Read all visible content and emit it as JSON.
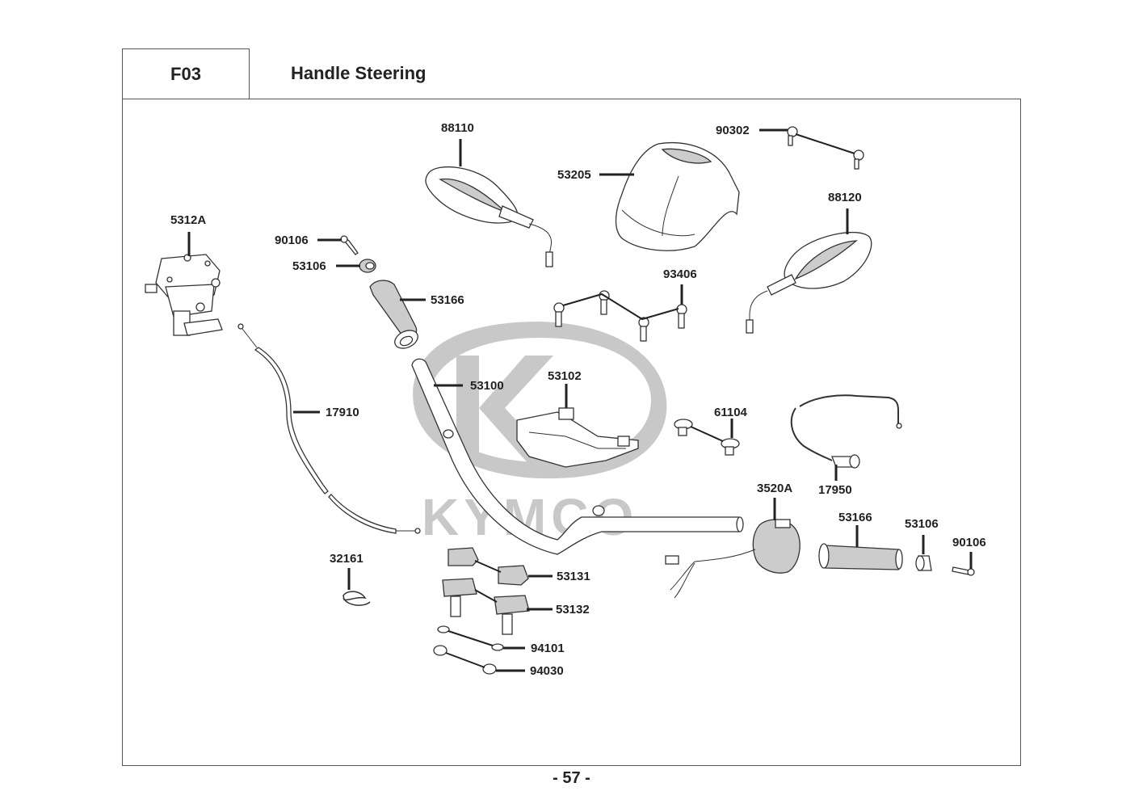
{
  "header": {
    "section_code": "F03",
    "section_title": "Handle Steering"
  },
  "watermark": {
    "brand_text": "KYMCO",
    "logo_icon": "kymco-logo-icon"
  },
  "page_number": "- 57 -",
  "parts": [
    {
      "id": "p88110",
      "number": "88110",
      "name": "left-mirror"
    },
    {
      "id": "p90302",
      "number": "90302",
      "name": "screw-pair"
    },
    {
      "id": "p53205",
      "number": "53205",
      "name": "handle-cover"
    },
    {
      "id": "p88120",
      "number": "88120",
      "name": "right-mirror"
    },
    {
      "id": "p5312A",
      "number": "5312A",
      "name": "brake-master-cylinder"
    },
    {
      "id": "p90106a",
      "number": "90106",
      "name": "bolt-left"
    },
    {
      "id": "p53106a",
      "number": "53106",
      "name": "grip-end-left"
    },
    {
      "id": "p53166a",
      "number": "53166",
      "name": "grip-left"
    },
    {
      "id": "p93406",
      "number": "93406",
      "name": "bolt-set"
    },
    {
      "id": "p53100",
      "number": "53100",
      "name": "handlebar"
    },
    {
      "id": "p17910",
      "number": "17910",
      "name": "brake-cable"
    },
    {
      "id": "p53102",
      "number": "53102",
      "name": "handlebar-bracket"
    },
    {
      "id": "p61104",
      "number": "61104",
      "name": "grommet-pair"
    },
    {
      "id": "p17950",
      "number": "17950",
      "name": "throttle-cable"
    },
    {
      "id": "p3520A",
      "number": "3520A",
      "name": "handle-switch"
    },
    {
      "id": "p53166b",
      "number": "53166",
      "name": "grip-right"
    },
    {
      "id": "p53106b",
      "number": "53106",
      "name": "grip-end-right"
    },
    {
      "id": "p90106b",
      "number": "90106",
      "name": "bolt-right"
    },
    {
      "id": "p32161",
      "number": "32161",
      "name": "clamp"
    },
    {
      "id": "p53131",
      "number": "53131",
      "name": "upper-holder"
    },
    {
      "id": "p53132",
      "number": "53132",
      "name": "lower-holder"
    },
    {
      "id": "p94101",
      "number": "94101",
      "name": "washer"
    },
    {
      "id": "p94030",
      "number": "94030",
      "name": "nut"
    }
  ]
}
